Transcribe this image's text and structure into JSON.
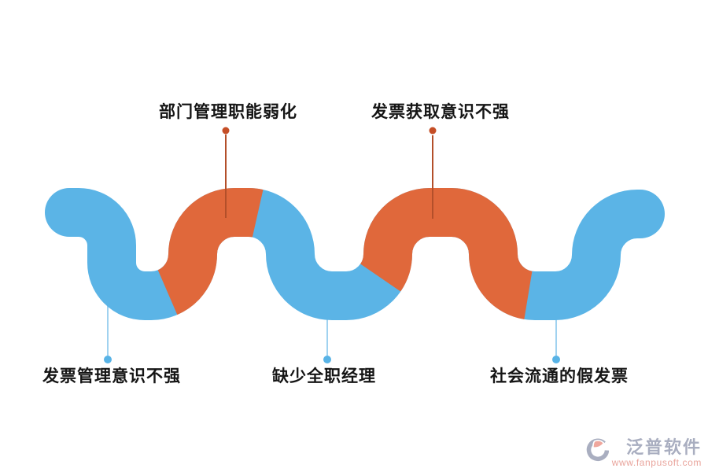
{
  "diagram": {
    "type": "snake-wave-flow",
    "description": "S-shaped ribbon timeline with alternating blue and orange segments, five callout labels",
    "items": [
      {
        "label": "发票管理意识不强",
        "position": "bottom",
        "segment_color": "blue"
      },
      {
        "label": "部门管理职能弱化",
        "position": "top",
        "segment_color": "orange"
      },
      {
        "label": "缺少全职经理",
        "position": "bottom",
        "segment_color": "blue"
      },
      {
        "label": "发票获取意识不强",
        "position": "top",
        "segment_color": "orange"
      },
      {
        "label": "社会流通的假发票",
        "position": "bottom",
        "segment_color": "blue"
      }
    ],
    "transition_fractions": [
      0.178,
      0.337,
      0.541,
      0.815
    ]
  },
  "colors": {
    "background": "#ffffff",
    "wave_blue": "#5bb4e6",
    "wave_orange": "#e0683b",
    "leader_top": "#b34f2a",
    "dot_top": "#c54e26",
    "leader_bottom": "#a0d2f0",
    "dot_bottom": "#58b3e6",
    "label_text": "#151515"
  },
  "watermark": {
    "name": "泛普软件",
    "url": "www.fanpusoft.com",
    "name_color": "#a9aec0",
    "url_color": "#e9a49c",
    "logo_gray": "#a9aec0",
    "logo_salmon": "#efa79d"
  }
}
